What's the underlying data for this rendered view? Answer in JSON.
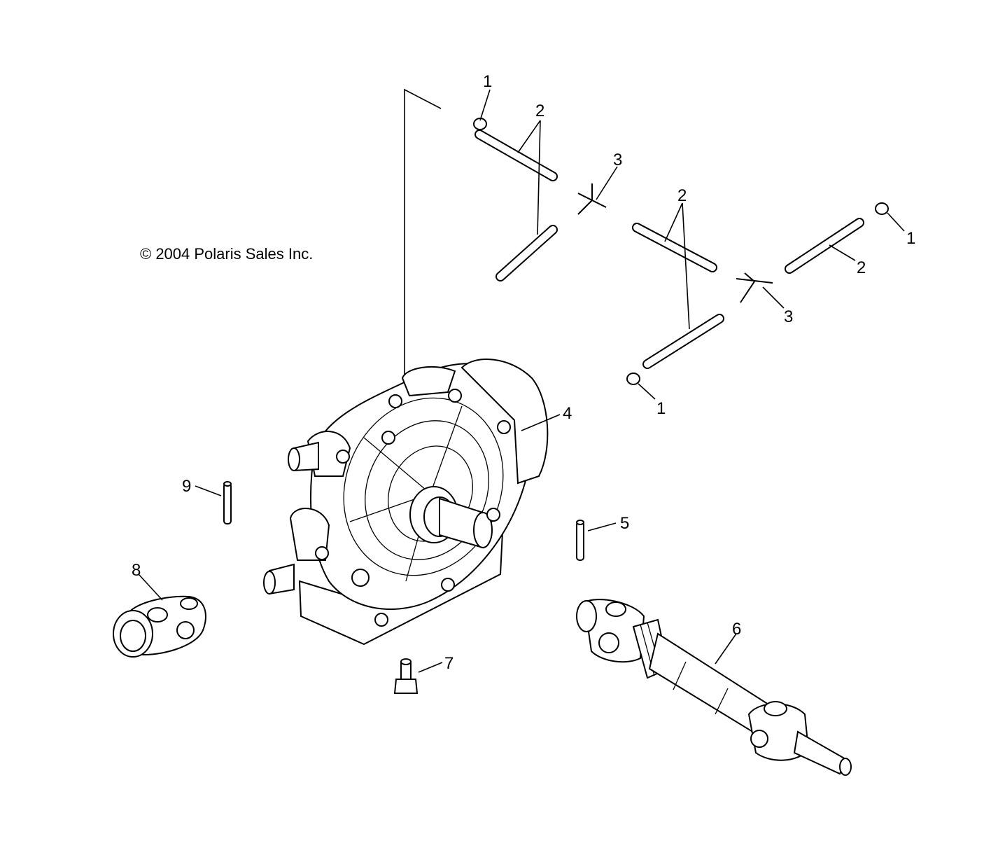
{
  "copyright": "© 2004 Polaris Sales Inc.",
  "callouts": {
    "c1a": "1",
    "c1b": "1",
    "c1c": "1",
    "c2a": "2",
    "c2b": "2",
    "c2c": "2",
    "c3a": "3",
    "c3b": "3",
    "c4": "4",
    "c5": "5",
    "c6": "6",
    "c7": "7",
    "c8": "8",
    "c9": "9"
  },
  "colors": {
    "line": "#000000",
    "background": "#ffffff"
  }
}
